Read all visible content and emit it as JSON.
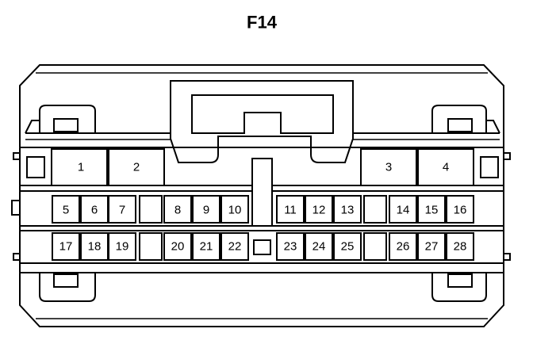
{
  "connector": {
    "title": "F14",
    "pins_large": [
      "1",
      "2",
      "3",
      "4"
    ],
    "pins_row1": [
      "5",
      "6",
      "7",
      "8",
      "9",
      "10",
      "11",
      "12",
      "13",
      "14",
      "15",
      "16"
    ],
    "pins_row2": [
      "17",
      "18",
      "19",
      "20",
      "21",
      "22",
      "23",
      "24",
      "25",
      "26",
      "27",
      "28"
    ]
  }
}
